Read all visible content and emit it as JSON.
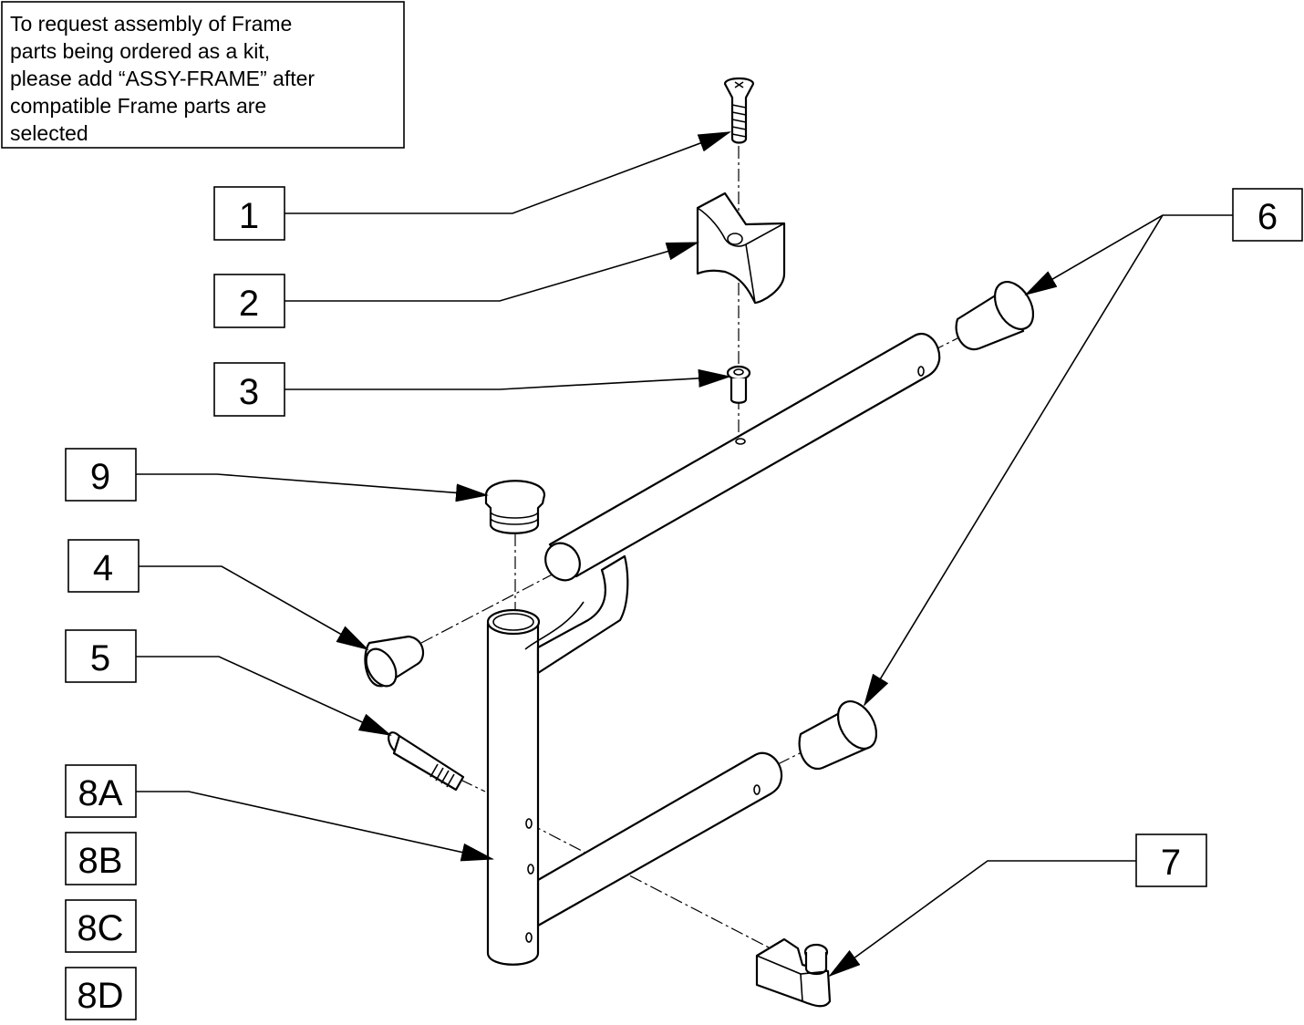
{
  "note": {
    "lines": [
      "To request assembly of Frame",
      "parts being ordered as a kit,",
      "please add “ASSY-FRAME” after",
      "compatible Frame parts are",
      "selected"
    ]
  },
  "callouts": {
    "c1": "1",
    "c2": "2",
    "c3": "3",
    "c4": "4",
    "c5": "5",
    "c6": "6",
    "c7": "7",
    "c8a": "8A",
    "c8b": "8B",
    "c8c": "8C",
    "c8d": "8D",
    "c9": "9"
  }
}
